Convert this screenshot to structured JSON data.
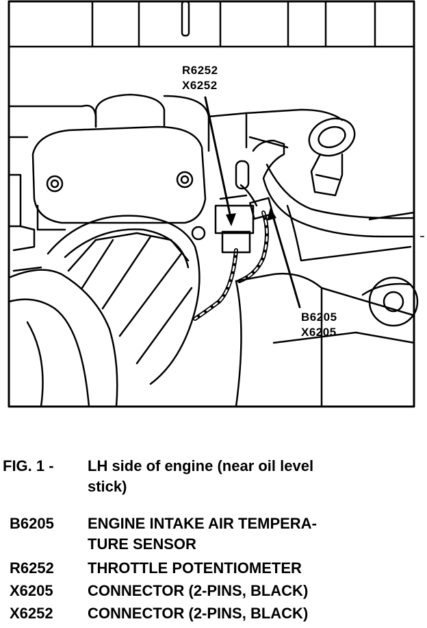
{
  "callouts": {
    "top": [
      "R6252",
      "X6252"
    ],
    "right": [
      "B6205",
      "X6205"
    ]
  },
  "caption": {
    "label": "FIG. 1 -",
    "text_line1": "LH side of engine (near oil level",
    "text_line2": "stick)"
  },
  "legend": [
    {
      "code": "B6205",
      "line1": "ENGINE  INTAKE AIR TEMPERA-",
      "line2": "TURE SENSOR"
    },
    {
      "code": "R6252",
      "line1": "THROTTLE POTENTIOMETER",
      "line2": ""
    },
    {
      "code": "X6205",
      "line1": "CONNECTOR (2-PINS, BLACK)",
      "line2": ""
    },
    {
      "code": "X6252",
      "line1": "CONNECTOR (2-PINS, BLACK)",
      "line2": ""
    }
  ]
}
